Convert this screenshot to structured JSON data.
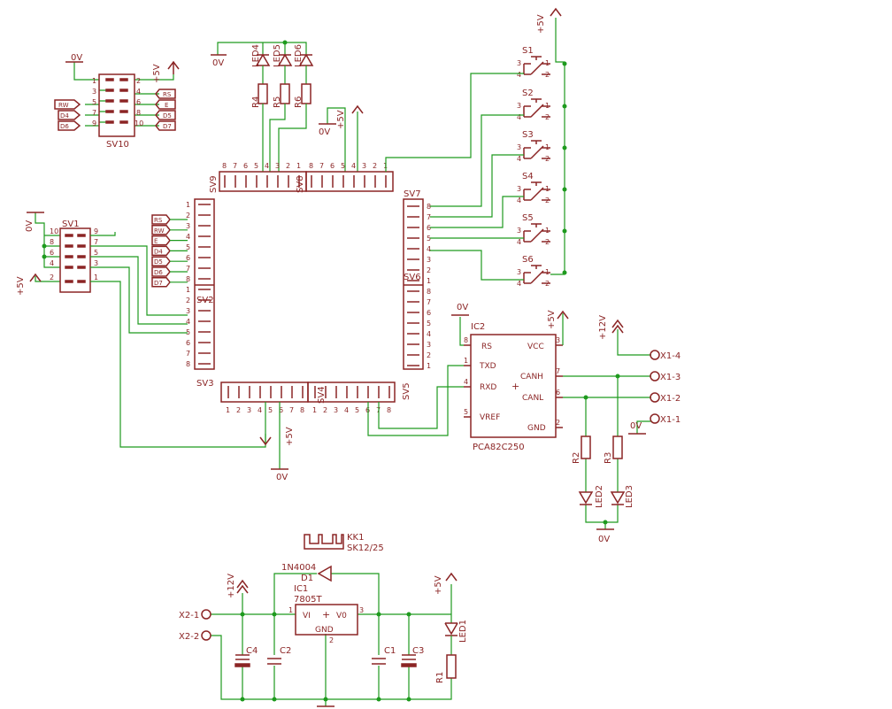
{
  "colors": {
    "wire": "#1e9a1e",
    "symbol": "#8b2525",
    "background": "#ffffff"
  },
  "labels": {
    "sv10": "SV10",
    "sv10_0v": "0V",
    "sv10_5v": "+5V",
    "sv10_pins": [
      "1",
      "2",
      "3",
      "4",
      "5",
      "6",
      "7",
      "8",
      "9",
      "10"
    ],
    "sv10_tags_left": [
      "RW",
      "D4",
      "D6"
    ],
    "sv10_tags_right": [
      "RS",
      "E",
      "D5",
      "D7"
    ],
    "led_top": [
      "LED4",
      "LED5",
      "LED6"
    ],
    "res_top": [
      "R4",
      "R5",
      "R6"
    ],
    "led_top_0v": "0V",
    "sv9": "SV9",
    "sv8": "SV8",
    "sv7": "SV7",
    "sv6": "SV6",
    "sv2": "SV2",
    "sv3": "SV3",
    "sv4": "SV4",
    "sv5": "SV5",
    "sv1": "SV1",
    "sv1_0v": "0V",
    "sv1_5v": "+5V",
    "sv1_pins_left": [
      "10",
      "8",
      "6",
      "4",
      "2"
    ],
    "sv1_pins_right": [
      "9",
      "7",
      "5",
      "3",
      "1"
    ],
    "sv2_tags": [
      "RS",
      "RW",
      "E",
      "D4",
      "D5",
      "D6",
      "D7"
    ],
    "hdr_0v": "0V",
    "hdr_5v": "+5V",
    "switches": [
      "S1",
      "S2",
      "S3",
      "S4",
      "S5",
      "S6"
    ],
    "sw_5v": "+5V",
    "sw_pins": [
      "1",
      "2",
      "3",
      "4"
    ],
    "ic2": "IC2",
    "ic2_part": "PCA82C250",
    "ic2_pins_left": [
      "RS",
      "TXD",
      "RXD",
      "VREF"
    ],
    "ic2_pins_right": [
      "VCC",
      "CANH",
      "CANL",
      "GND"
    ],
    "ic2_pinnums_left": [
      "8",
      "1",
      "4",
      "5"
    ],
    "ic2_pinnums_right": [
      "3",
      "7",
      "6",
      "2"
    ],
    "ic2_0v": "0V",
    "ic2_5v": "+5V",
    "x1": [
      "X1-4",
      "X1-3",
      "X1-2",
      "X1-1"
    ],
    "x1_12v": "+12V",
    "x1_0v": "0V",
    "can_res": [
      "R2",
      "R3"
    ],
    "can_leds": [
      "LED2",
      "LED3"
    ],
    "can_0v": "0V",
    "bottom_0v": "0V",
    "bottom_5v": "+5V",
    "kk1": "KK1",
    "kk1_part": "SK12/25",
    "d1_part": "1N4004",
    "d1": "D1",
    "ic1": "IC1",
    "ic1_part": "7805T",
    "ic1_vi": "VI",
    "ic1_vo": "V0",
    "ic1_gnd": "GND",
    "ic1_pins": [
      "1",
      "2",
      "3"
    ],
    "x2": [
      "X2-1",
      "X2-2"
    ],
    "psu_12v": "+12V",
    "psu_5v": "+5V",
    "caps": [
      "C4",
      "C2",
      "C1",
      "C3"
    ],
    "led1": "LED1",
    "r1": "R1"
  }
}
